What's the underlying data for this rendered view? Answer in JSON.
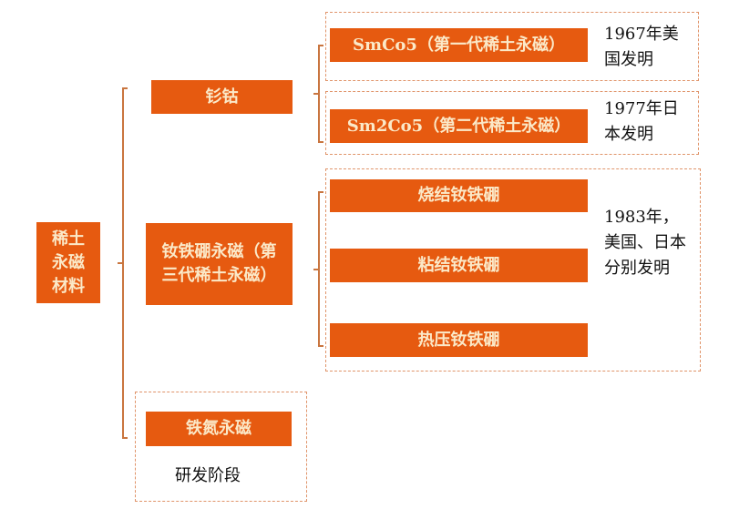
{
  "root": {
    "label": "稀土\n永磁\n材料"
  },
  "branches": {
    "smco": {
      "label": "钐钴"
    },
    "ndfeb": {
      "label": "钕铁硼永磁（第三代稀土永磁）"
    },
    "fen": {
      "label": "铁氮永磁",
      "note": "研发阶段"
    }
  },
  "smco_children": [
    {
      "label": "SmCo5（第一代稀土永磁）",
      "note": "1967年美国发明"
    },
    {
      "label": "Sm2Co5（第二代稀土永磁）",
      "note": "1977年日本发明"
    }
  ],
  "ndfeb_children": [
    {
      "label": "烧结钕铁硼"
    },
    {
      "label": "粘结钕铁硼"
    },
    {
      "label": "热压钕铁硼"
    }
  ],
  "ndfeb_note": "1983年，美国、日本分别发明",
  "colors": {
    "box": "#E65A10",
    "box_text": "#FBE9C8",
    "bracket": "#C9753F"
  }
}
